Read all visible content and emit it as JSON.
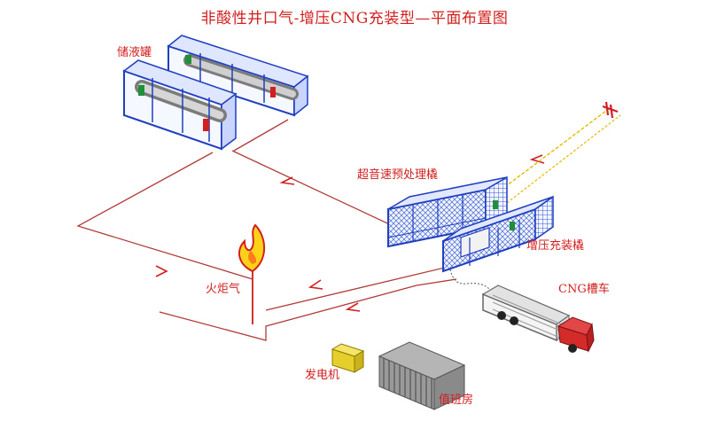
{
  "title": "非酸性井口气-增压CNG充装型—平面布置图",
  "labels": {
    "storage_tank": "储液罐",
    "pretreat_skid": "超音速预处理橇",
    "compress_skid": "增压充装橇",
    "flare": "火炬气",
    "cng_truck": "CNG槽车",
    "generator": "发电机",
    "duty_room": "值班房"
  },
  "colors": {
    "label": "#d21f1f",
    "pipe": "#b23a3a",
    "equipment_frame": "#1f3fbf",
    "gas_line": "#e6b800",
    "truck_cab": "#d42a2a",
    "generator": "#e6cf2a",
    "duty_room": "#8a8a8a"
  }
}
